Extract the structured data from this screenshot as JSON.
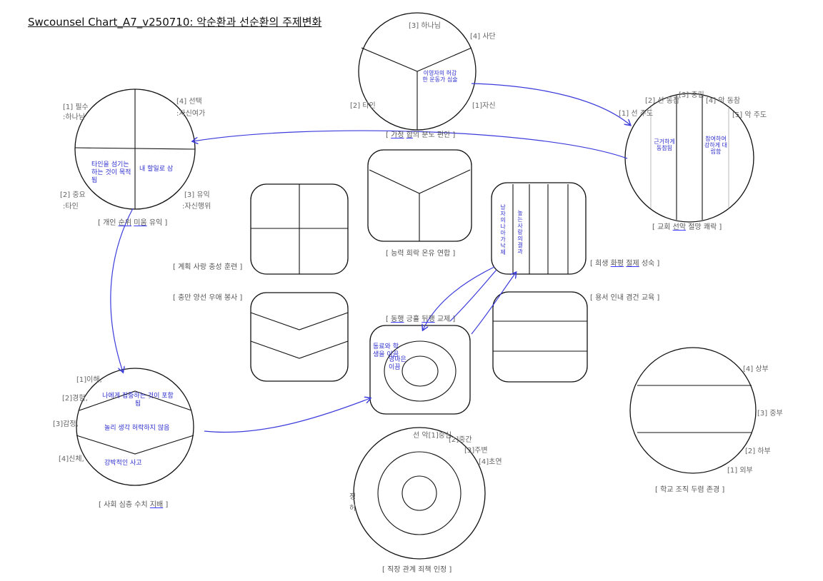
{
  "title": "Swcounsel Chart_A7_v250710: 악순환과 선순환의 주제변화",
  "colors": {
    "ink": "#111111",
    "annotation": "#3b3bdc",
    "label": "#666666"
  },
  "top_circle": {
    "labels": [
      "[3] 하나님",
      "[4] 사단",
      "[2] 타인",
      "[1]자신"
    ],
    "note": "이영자의 허감한 운동가 심술",
    "caption": {
      "pre": "[ ",
      "u1": "가정",
      "mid": " ",
      "u2": "합",
      "post": "의 분노 편안 ]"
    }
  },
  "left_circle": {
    "labels": [
      "[1] 필수",
      ":하나님",
      "[4] 선택",
      ":자신여가",
      "[2] 중요",
      ":타인",
      "[3] 유익",
      ":자신행위"
    ],
    "note_left": "타인을 섬기는 하는 것이 목적됨",
    "note_right": "내 할일로 삼",
    "caption": {
      "pre": "[ 개인 ",
      "u1": "순위",
      "mid": " ",
      "u2": "미움",
      "post": " 유익 ]"
    }
  },
  "right_circle": {
    "labels": [
      "[3] 중립",
      "[2] 선 동참",
      "[4] 악 동참",
      "[1] 선 주도",
      "[5] 악 주도"
    ],
    "note_left": "근거하게 동참됨",
    "note_right": "참여하여 강하게 대립함",
    "caption": {
      "pre": "[ 교회 ",
      "u1": "선악",
      "mid": "",
      "u2": "",
      "post": " 절망 쾌락 ]"
    }
  },
  "middle_grid": {
    "quad_caption": "[ 계획 사랑 충성 훈련 ]",
    "y_caption": "[ 능력 희락 온유 연합 ]",
    "vlines_note_a": "낭자의 나아가 낙제",
    "vlines_note_b": "높는 사랑의 결과",
    "vlines_caption": {
      "pre": "[ 희생 ",
      "u1": "화평",
      "mid": " ",
      "u2": "절제",
      "post": " 성숙 ]"
    },
    "chevron_caption": "[ 충만 양선 우애 봉사 ]",
    "ring_caption": {
      "pre": "[ ",
      "u1": "동행",
      "mid": " 긍휼 ",
      "u2": "뒤행",
      "post": " 교제 ]"
    },
    "ring_note_a": "동료와 학생을 이끔",
    "ring_note_b": "영마은 이끔",
    "hband_caption": "[ 용서 인내 겸건 교육 ]"
  },
  "bottom_left_circle": {
    "labels": [
      "[1]이해,",
      "[2]경험,",
      "[3]감정,",
      "[4]신체,"
    ],
    "notes": [
      "나에게 집중하는 것이 포함됨",
      "놀리 생각 허락하지 않음",
      "강박적인 사고"
    ],
    "caption": {
      "pre": "[ 사회 심층 수치 ",
      "u1": "지배",
      "mid": "",
      "u2": "",
      "post": " ]"
    }
  },
  "bottom_center_circle": {
    "labels": [
      "선 악[1]중심",
      "[2]중간",
      "[3]주변",
      "[4]초연",
      "정",
      "허"
    ],
    "caption": "[ 직장 관계 죄책 인정 ]"
  },
  "bottom_right_circle": {
    "labels": [
      "[4] 상부",
      "[3] 중부",
      "[2] 하부",
      "[1] 외부"
    ],
    "caption": "[ 학교 조직 두렴 존경 ]"
  }
}
